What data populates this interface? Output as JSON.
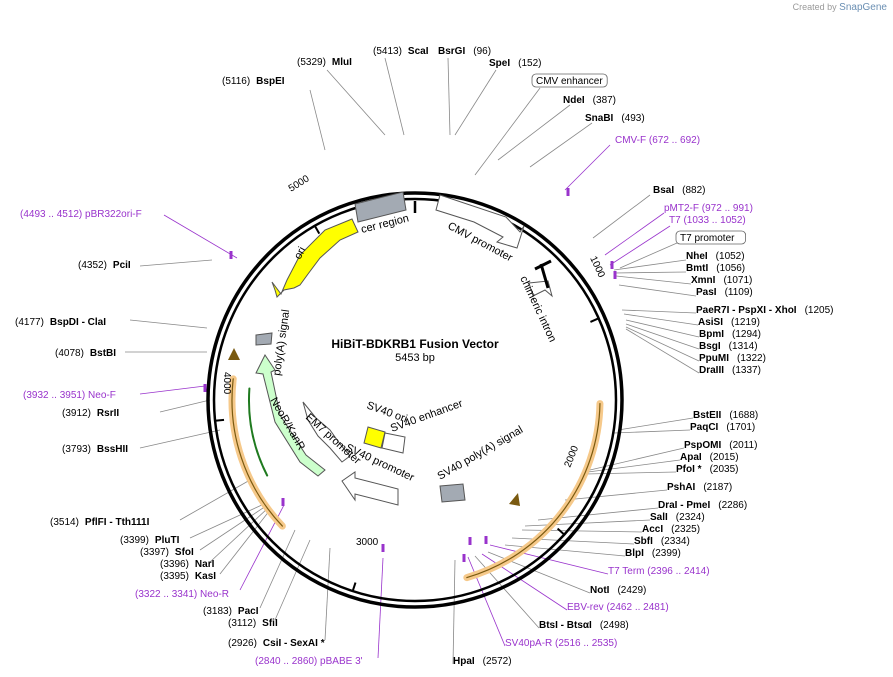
{
  "brand": {
    "created_by": "Created by",
    "name": "SnapGene"
  },
  "plasmid": {
    "name": "HiBiT-BDKRB1 Fusion Vector",
    "size_label": "5453 bp",
    "length": 5453
  },
  "ticks": [
    "1000",
    "2000",
    "3000",
    "4000",
    "5000"
  ],
  "features": [
    {
      "label": "cer region",
      "color": "#a3aab3"
    },
    {
      "label": "CMV promoter",
      "color": "#ffffff"
    },
    {
      "label": "chimeric intron",
      "color": "#ffffff"
    },
    {
      "label": "ori",
      "color": "#ffff00"
    },
    {
      "label": "poly(A) signal",
      "color": "#a3aab3"
    },
    {
      "label": "NeoR/KanR",
      "color": "#ccffcc"
    },
    {
      "label": "EM7 promoter",
      "color": "#ffffff"
    },
    {
      "label": "SV40 promoter",
      "color": "#ffffff"
    },
    {
      "label": "SV40 ori",
      "color": "#ffff00"
    },
    {
      "label": "SV40 enhancer",
      "color": "#ffffff"
    },
    {
      "label": "SV40 poly(A) signal",
      "color": "#a3aab3"
    }
  ],
  "labels": [
    {
      "n": "MluI",
      "p": "(5329)",
      "color": "#000"
    },
    {
      "n": "ScaI",
      "p": "(5413)",
      "color": "#000"
    },
    {
      "n": "BsrGI",
      "p": "(96)",
      "color": "#000"
    },
    {
      "n": "SpeI",
      "p": "(152)",
      "color": "#000"
    },
    {
      "n": "BspEI",
      "p": "(5116)",
      "color": "#000"
    },
    {
      "n": "CMV enhancer",
      "p": "",
      "color": "#000",
      "boxed": true
    },
    {
      "n": "NdeI",
      "p": "(387)",
      "color": "#000"
    },
    {
      "n": "SnaBI",
      "p": "(493)",
      "color": "#000"
    },
    {
      "n": "CMV-F",
      "p": "(672 .. 692)",
      "color": "#9933cc"
    },
    {
      "n": "BsaI",
      "p": "(882)",
      "color": "#000"
    },
    {
      "n": "pMT2-F",
      "p": "(972 .. 991)",
      "color": "#9933cc"
    },
    {
      "n": "T7",
      "p": "(1033 .. 1052)",
      "color": "#9933cc"
    },
    {
      "n": "T7 promoter",
      "p": "",
      "color": "#000",
      "boxed": true
    },
    {
      "n": "NheI",
      "p": "(1052)",
      "color": "#000"
    },
    {
      "n": "BmtI",
      "p": "(1056)",
      "color": "#000"
    },
    {
      "n": "XmnI",
      "p": "(1071)",
      "color": "#000"
    },
    {
      "n": "PasI",
      "p": "(1109)",
      "color": "#000"
    },
    {
      "n": "PaeR7I - PspXI - XhoI",
      "p": "(1205)",
      "color": "#000"
    },
    {
      "n": "AsiSI",
      "p": "(1219)",
      "color": "#000"
    },
    {
      "n": "BpmI",
      "p": "(1294)",
      "color": "#000"
    },
    {
      "n": "BsgI",
      "p": "(1314)",
      "color": "#000"
    },
    {
      "n": "PpuMI",
      "p": "(1322)",
      "color": "#000"
    },
    {
      "n": "DraIII",
      "p": "(1337)",
      "color": "#000"
    },
    {
      "n": "BstEII",
      "p": "(1688)",
      "color": "#000"
    },
    {
      "n": "PaqCI",
      "p": "(1701)",
      "color": "#000"
    },
    {
      "n": "PspOMI",
      "p": "(2011)",
      "color": "#000"
    },
    {
      "n": "ApaI",
      "p": "(2015)",
      "color": "#000"
    },
    {
      "n": "PfoI *",
      "p": "(2035)",
      "color": "#000"
    },
    {
      "n": "PshAI",
      "p": "(2187)",
      "color": "#000"
    },
    {
      "n": "DraI - PmeI",
      "p": "(2286)",
      "color": "#000"
    },
    {
      "n": "SalI",
      "p": "(2324)",
      "color": "#000"
    },
    {
      "n": "AccI",
      "p": "(2325)",
      "color": "#000"
    },
    {
      "n": "SbfI",
      "p": "(2334)",
      "color": "#000"
    },
    {
      "n": "BlpI",
      "p": "(2399)",
      "color": "#000"
    },
    {
      "n": "T7 Term",
      "p": "(2396 .. 2414)",
      "color": "#9933cc"
    },
    {
      "n": "NotI",
      "p": "(2429)",
      "color": "#000"
    },
    {
      "n": "EBV-rev",
      "p": "(2462 .. 2481)",
      "color": "#9933cc"
    },
    {
      "n": "BtsI - BtsαI",
      "p": "(2498)",
      "color": "#000"
    },
    {
      "n": "SV40pA-R",
      "p": "(2516 .. 2535)",
      "color": "#9933cc"
    },
    {
      "n": "HpaI",
      "p": "(2572)",
      "color": "#000"
    },
    {
      "n": "pBABE 3'",
      "p": "(2840 .. 2860)",
      "color": "#9933cc"
    },
    {
      "n": "CsiI - SexAI *",
      "p": "(2926)",
      "color": "#000"
    },
    {
      "n": "SfiI",
      "p": "(3112)",
      "color": "#000"
    },
    {
      "n": "PacI",
      "p": "(3183)",
      "color": "#000"
    },
    {
      "n": "Neo-R",
      "p": "(3322 .. 3341)",
      "color": "#9933cc"
    },
    {
      "n": "KasI",
      "p": "(3395)",
      "color": "#000"
    },
    {
      "n": "NarI",
      "p": "(3396)",
      "color": "#000"
    },
    {
      "n": "SfoI",
      "p": "(3397)",
      "color": "#000"
    },
    {
      "n": "PluTI",
      "p": "(3399)",
      "color": "#000"
    },
    {
      "n": "PflFI - Tth111I",
      "p": "(3514)",
      "color": "#000"
    },
    {
      "n": "BssHII",
      "p": "(3793)",
      "color": "#000"
    },
    {
      "n": "RsrII",
      "p": "(3912)",
      "color": "#000"
    },
    {
      "n": "Neo-F",
      "p": "(3932 .. 3951)",
      "color": "#9933cc"
    },
    {
      "n": "BstBI",
      "p": "(4078)",
      "color": "#000"
    },
    {
      "n": "BspDI - ClaI",
      "p": "(4177)",
      "color": "#000"
    },
    {
      "n": "PciI",
      "p": "(4352)",
      "color": "#000"
    },
    {
      "n": "pBR322ori-F",
      "p": "(4493 .. 4512)",
      "color": "#9933cc"
    }
  ]
}
